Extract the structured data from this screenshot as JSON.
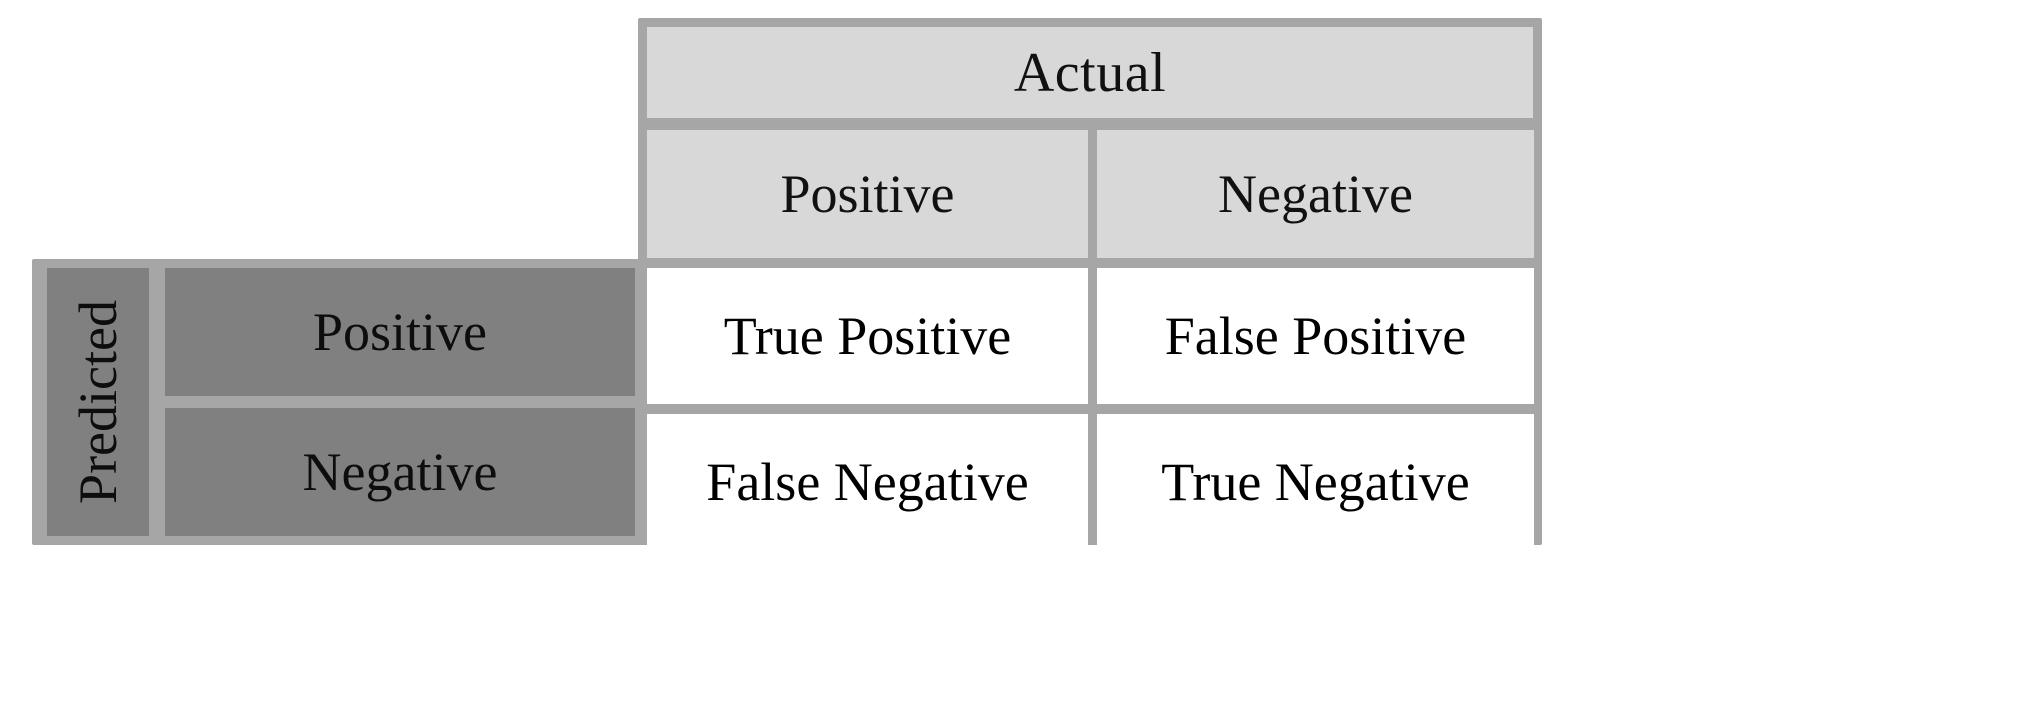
{
  "diagram": {
    "type": "confusion-matrix",
    "colors": {
      "border": "#a6a6a6",
      "header_fill": "#d8d8d8",
      "row_label_fill": "#808080",
      "cell_fill": "#ffffff",
      "text": "#000000",
      "background": "#ffffff"
    },
    "actual": {
      "title": "Actual",
      "columns": [
        {
          "label": "Positive"
        },
        {
          "label": "Negative"
        }
      ]
    },
    "predicted": {
      "title": "Predicted",
      "rows": [
        {
          "label": "Positive"
        },
        {
          "label": "Negative"
        }
      ]
    },
    "cells": [
      [
        {
          "label": "True Positive"
        },
        {
          "label": "False Positive"
        }
      ],
      [
        {
          "label": "False Negative"
        },
        {
          "label": "True Negative"
        }
      ]
    ]
  }
}
